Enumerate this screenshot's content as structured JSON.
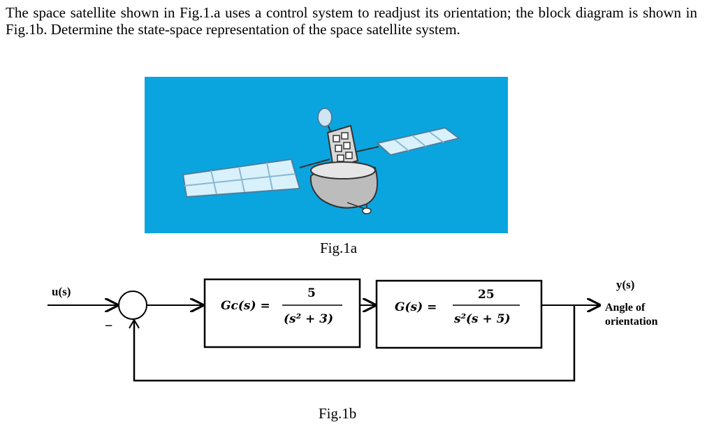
{
  "problem_text": "The space satellite shown in Fig.1.a uses a control system to readjust its orientation; the block diagram is shown in Fig.1b. Determine the state-space representation of the space satellite system.",
  "figure_a": {
    "caption": "Fig.1a",
    "background_color": "#0aa5df"
  },
  "figure_b": {
    "caption": "Fig.1b",
    "input_label": "u(s)",
    "output_label": "y(s)",
    "output_description_line1": "Angle of",
    "output_description_line2": "orientation",
    "summing_junction_sign": "−",
    "controller": {
      "lhs": "Gc(s) =",
      "numerator": "5",
      "denominator": "(s² + 3)"
    },
    "plant": {
      "lhs": "G(s) =",
      "numerator": "25",
      "denominator": "s²(s + 5)"
    }
  }
}
